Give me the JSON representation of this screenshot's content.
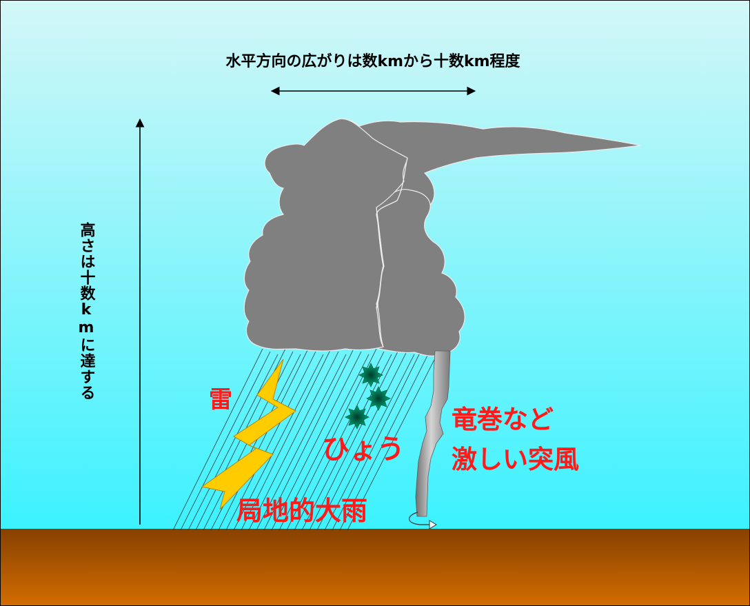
{
  "labels": {
    "horizontal_extent": "水平方向の広がりは数kmから十数km程度",
    "vertical_height": "高さは十数kmに達する",
    "lightning": "雷",
    "hail": "ひょう",
    "tornado_line1": "竜巻など",
    "tornado_line2": "激しい突風",
    "heavy_rain": "局地的大雨"
  },
  "colors": {
    "sky_top": "#d4f7f7",
    "sky_bottom": "#3cf2ff",
    "ground_top": "#874100",
    "ground_bottom": "#d26c00",
    "cloud": "#808080",
    "cloud_edge": "#ededed",
    "lightning": "#ffcc00",
    "hail": "#00aa77",
    "tornado": "#b3b3b3",
    "caption_red": "#ff1a1a"
  }
}
